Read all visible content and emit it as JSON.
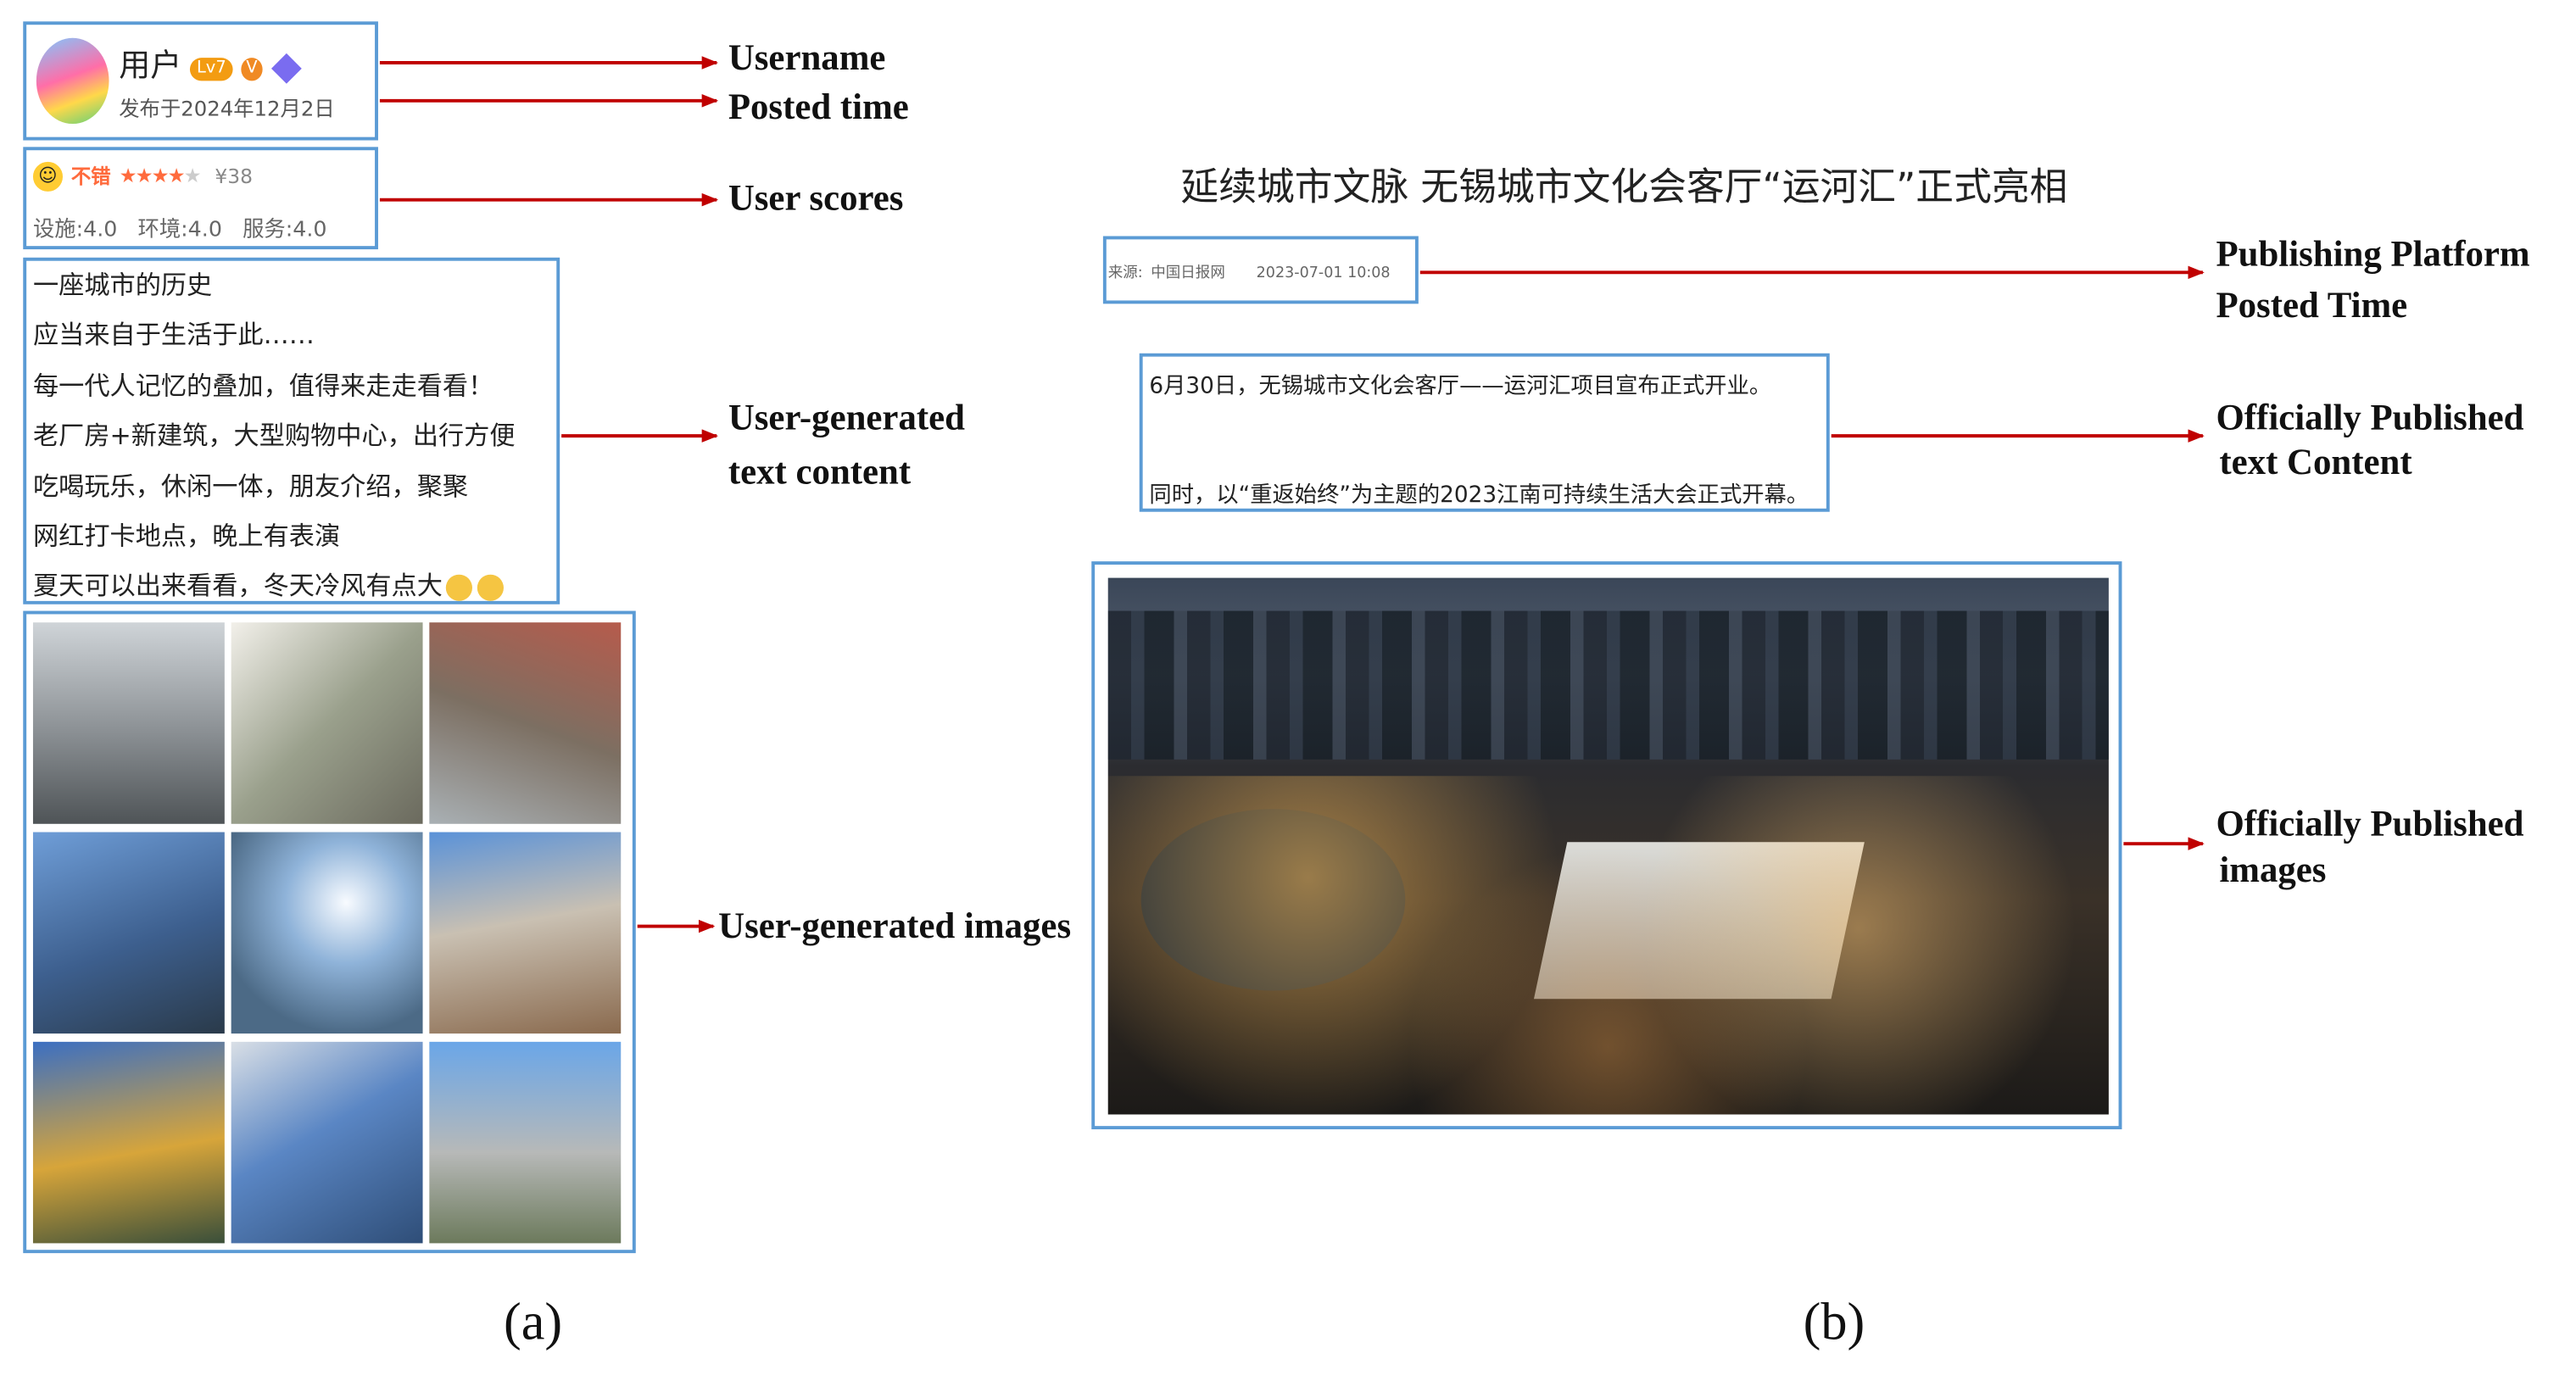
{
  "panel_a": {
    "username": "用户",
    "level_badge": "Lv7",
    "verified_badge": "V",
    "posted_time": "发布于2024年12月2日",
    "rating_word": "不错",
    "stars": "★★★★",
    "empty_star": "★",
    "price": "¥38",
    "sub_scores": "设施:4.0   环境:4.0   服务:4.0",
    "text_lines": [
      "一座城市的历史",
      "应当来自于生活于此……",
      "每一代人记忆的叠加，值得来走走看看！",
      "老厂房+新建筑，大型购物中心，出行方便",
      "吃喝玩乐，休闲一体，朋友介绍，聚聚",
      "网红打卡地点，晚上有表演",
      "夏天可以出来看看，冬天冷风有点大"
    ],
    "labels": {
      "username": "Username",
      "posted_time": "Posted time",
      "user_scores": "User scores",
      "ugc_text_1": "User-generated",
      "ugc_text_2": "text content",
      "ugc_images": "User-generated images"
    },
    "caption": "(a)"
  },
  "panel_b": {
    "headline": "延续城市文脉 无锡城市文化会客厅“运河汇”正式亮相",
    "source_prefix": "来源:",
    "source_name": "中国日报网",
    "source_time": "2023-07-01 10:08",
    "text_line_1": "6月30日，无锡城市文化会客厅——运河汇项目宣布正式开业。",
    "text_line_2": "同时，以“重返始终”为主题的2023江南可持续生活大会正式开幕。",
    "labels": {
      "platform": "Publishing Platform",
      "time": "Posted Time",
      "official_text_1": "Officially Published",
      "official_text_2": "text Content",
      "official_images_1": "Officially Published",
      "official_images_2": "images"
    },
    "caption": "(b)"
  },
  "colors": {
    "frame": "#5b9bd5",
    "arrow": "#c00000"
  }
}
